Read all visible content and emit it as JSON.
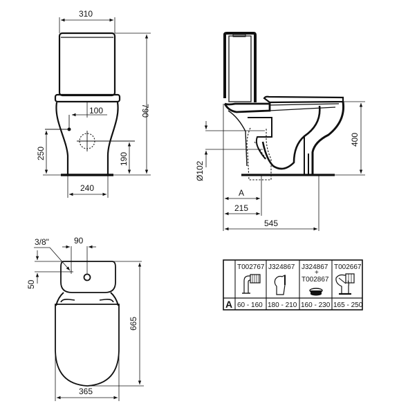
{
  "front_view": {
    "width_top": "310",
    "height_total": "790",
    "inlet_offset": "100",
    "inlet_height": "250",
    "outlet_height": "190",
    "base_width": "240"
  },
  "side_view": {
    "pipe_diameter": "Ø102",
    "dim_a": "A",
    "outlet_distance": "215",
    "depth_total": "545",
    "bowl_height": "400"
  },
  "top_view": {
    "valve_size": "3/8\"",
    "valve_offset": "90",
    "valve_depth": "50",
    "length": "665",
    "width": "365"
  },
  "connector_table": {
    "row_label": "A",
    "columns": [
      {
        "code": "T002767",
        "code2": "",
        "plus": "",
        "range": "60 - 160",
        "icon": "pan-connector-90-bend-icon"
      },
      {
        "code": "J324867",
        "code2": "",
        "plus": "",
        "range": "180 - 210",
        "icon": "pan-connector-offset-icon"
      },
      {
        "code": "J324867",
        "code2": "T002867",
        "plus": "+",
        "range": "160 - 230",
        "icon": "pan-connector-extension-icon"
      },
      {
        "code": "T002667",
        "code2": "",
        "plus": "",
        "range": "165 - 250",
        "icon": "pan-connector-swivel-icon"
      }
    ]
  }
}
